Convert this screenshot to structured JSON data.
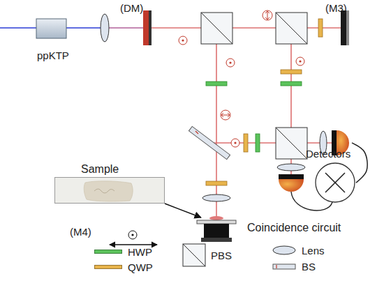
{
  "diagram": {
    "nodes": [
      {
        "text": [
          "ppKTP"
        ]
      },
      {
        "text": [
          "(DM)"
        ]
      },
      {
        "text": [
          "(M3)"
        ]
      },
      {
        "text": [
          "Detectors"
        ]
      },
      {
        "text": [
          "Sample"
        ]
      },
      {
        "text": [
          "(M4)"
        ]
      },
      {
        "text": [
          "Coincidence circuit"
        ]
      }
    ],
    "edges": [
      {
        "from": 4,
        "to": 5,
        "arrow": "to"
      },
      {
        "from": 3,
        "to": 6,
        "arrow": "none"
      }
    ],
    "legend": [
      {
        "text": "HWP",
        "color": "#5cc35c"
      },
      {
        "text": "QWP",
        "color": "#e8b44c"
      },
      {
        "text": "PBS"
      },
      {
        "text": "Lens"
      },
      {
        "text": "BS"
      }
    ]
  }
}
